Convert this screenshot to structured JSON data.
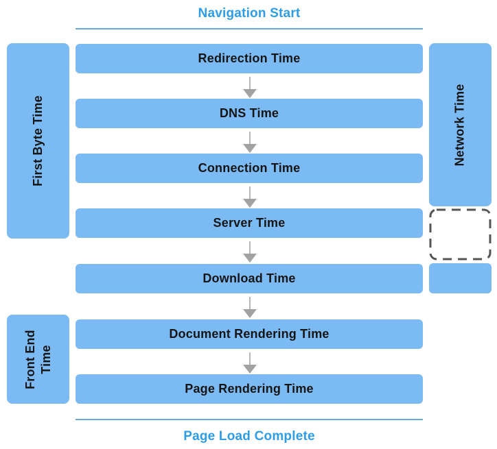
{
  "diagram": {
    "top_label": "Navigation Start",
    "bottom_label": "Page Load Complete",
    "steps": [
      "Redirection Time",
      "DNS Time",
      "Connection Time",
      "Server Time",
      "Download Time",
      "Document Rendering Time",
      "Page Rendering Time"
    ],
    "side_labels": {
      "first_byte": "First Byte Time",
      "front_end": "Front End Time",
      "network": "Network Time"
    },
    "icons": {
      "between_steps": "arrow-down-icon",
      "right_column_gap": "dashed-outline-box"
    },
    "colors": {
      "box_fill": "#7BBAF3",
      "heading_text": "#2E9CE6",
      "divider": "#67A9DB",
      "arrow_stem": "#B6B6B6",
      "arrow_head": "#A2A2A2",
      "dashed_border": "#555555",
      "box_text": "#151515"
    }
  }
}
